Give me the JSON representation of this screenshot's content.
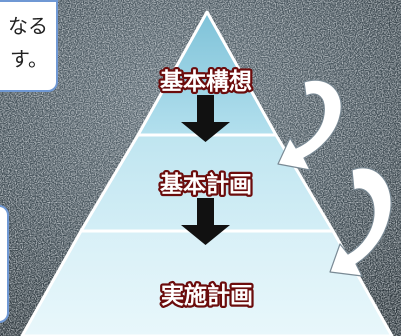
{
  "callouts": [
    {
      "lines": [
        "なる",
        "す。"
      ]
    },
    {
      "lines": []
    }
  ],
  "pyramid": {
    "tiers": [
      {
        "label": "基本構想",
        "fill": "#a9dcea"
      },
      {
        "label": "基本計画",
        "fill": "#c9e9f2"
      },
      {
        "label": "実施計画",
        "fill": "#dff3f8"
      }
    ],
    "outline_color": "#ffffff",
    "arrow_color": "#111111"
  }
}
